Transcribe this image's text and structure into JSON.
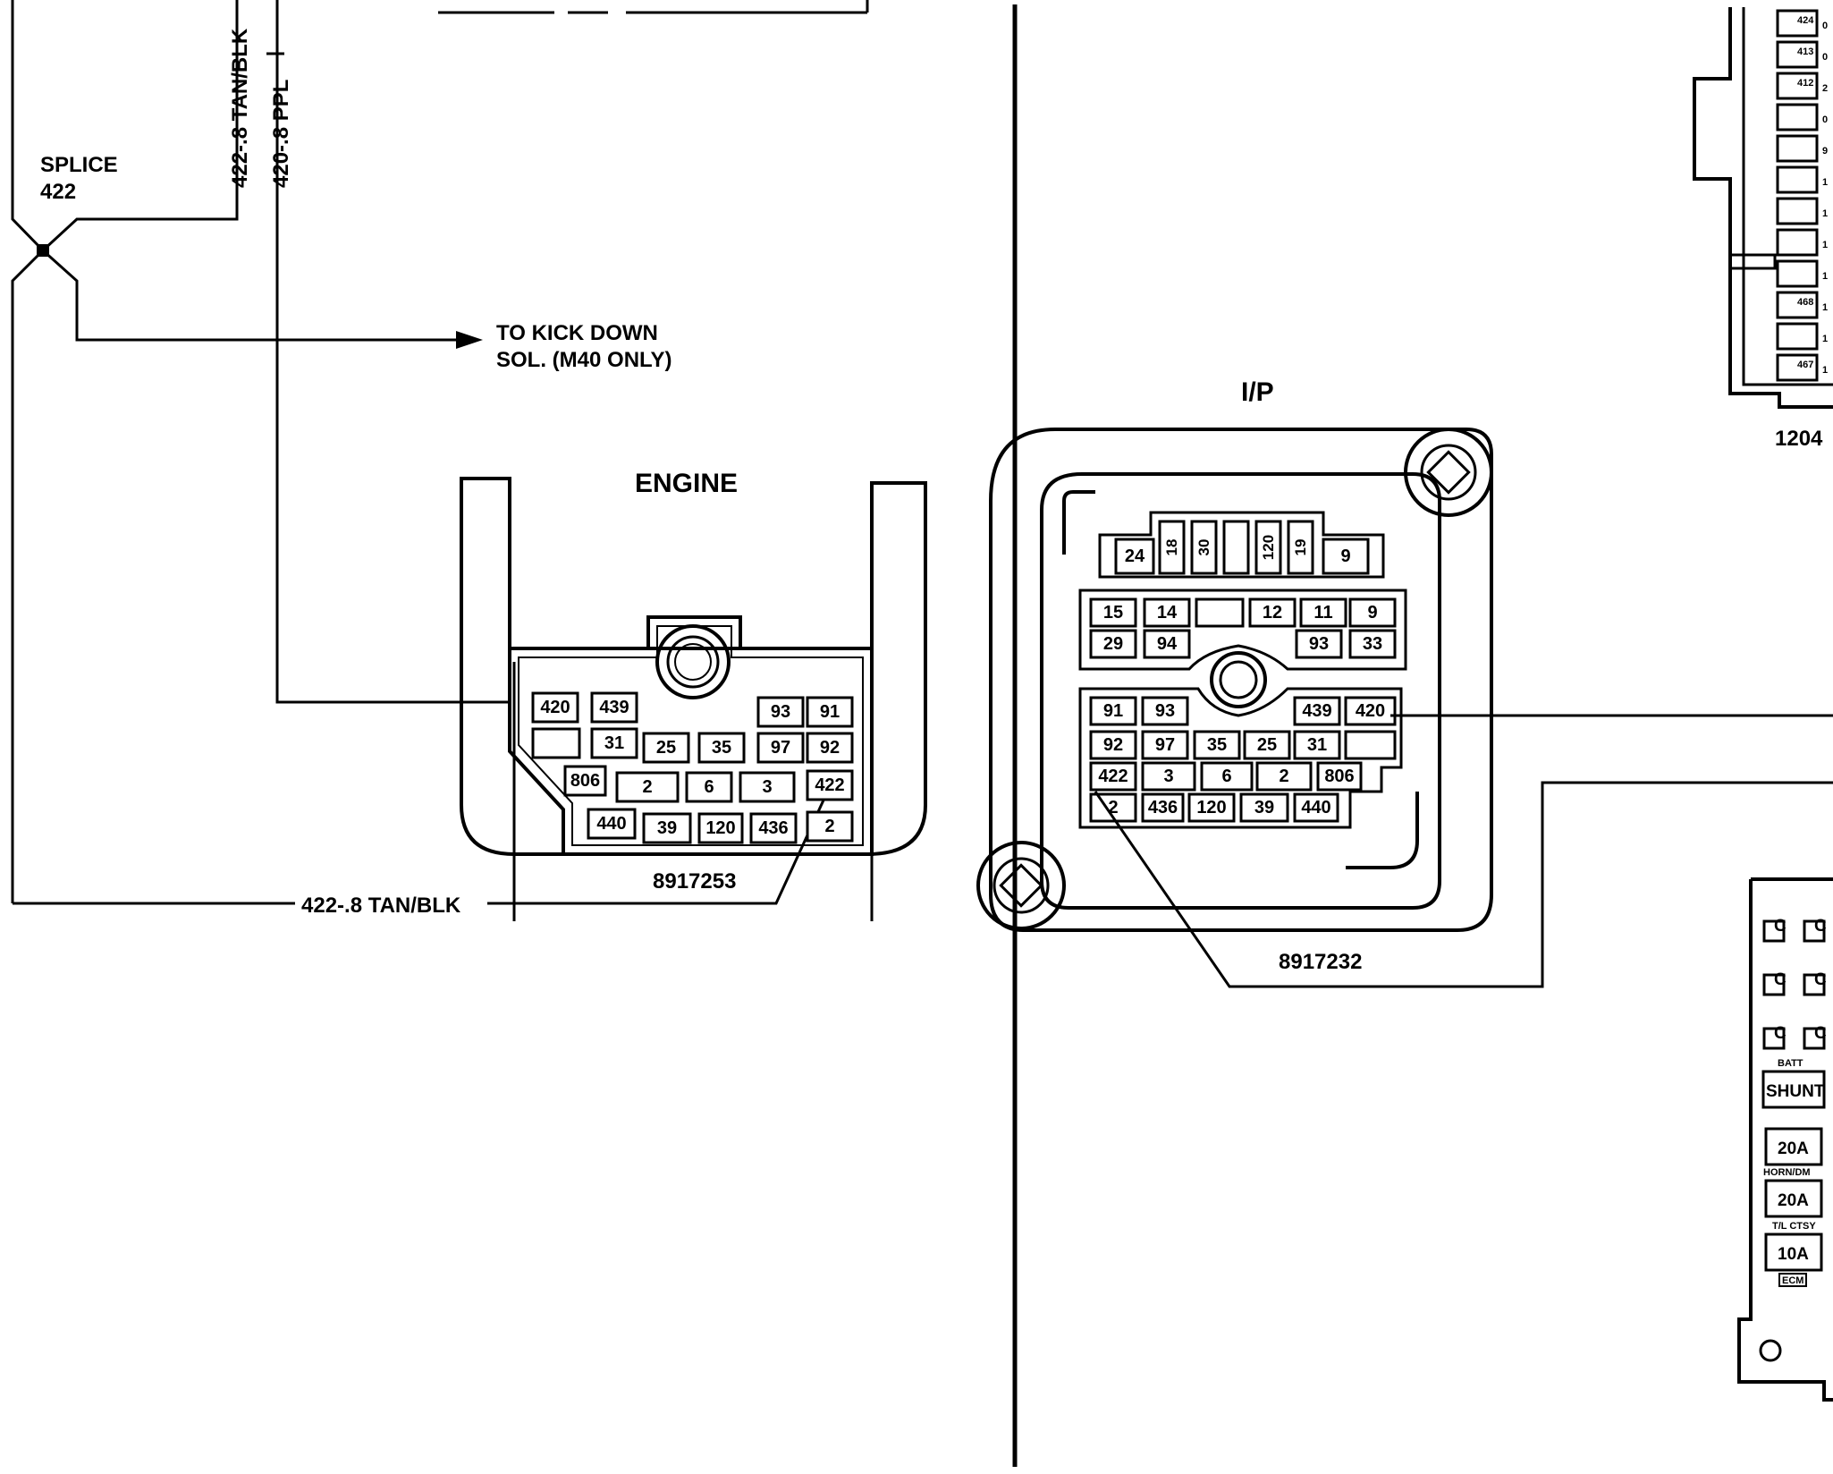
{
  "labels": {
    "splice_title": "SPLICE",
    "splice_num": "422",
    "wire_422_top": "422-.8 TAN/BLK",
    "wire_420_top": "420-.8 PPL",
    "kick_down_1": "TO KICK DOWN",
    "kick_down_2": "SOL. (M40 ONLY)",
    "engine_title": "ENGINE",
    "engine_part": "8917253",
    "ip_title": "I/P",
    "ip_part": "8917232",
    "wire_422_bottom": "422-.8 TAN/BLK",
    "fuse_block_part": "1204"
  },
  "engine_pins": [
    "420",
    "439",
    "93",
    "91",
    "",
    "31",
    "25",
    "35",
    "97",
    "92",
    "806",
    "2",
    "6",
    "3",
    "422",
    "440",
    "39",
    "120",
    "436",
    "2"
  ],
  "ip_pins": {
    "top": [
      "24",
      "18",
      "30",
      "",
      "120",
      "19",
      "9"
    ],
    "middle": [
      "15",
      "14",
      "",
      "12",
      "11",
      "9",
      "29",
      "94",
      "93",
      "33"
    ],
    "bottom": [
      "91",
      "93",
      "439",
      "420",
      "92",
      "97",
      "35",
      "25",
      "31",
      "",
      "422",
      "3",
      "6",
      "2",
      "806",
      "2",
      "436",
      "120",
      "39",
      "440"
    ]
  },
  "fuse_block": {
    "cavities": [
      "424",
      "413",
      "412",
      "",
      "",
      "",
      "",
      "",
      "",
      "468",
      "",
      "467"
    ],
    "edge_marks": [
      "0",
      "0",
      "2",
      "0",
      "9",
      "1",
      "1",
      "1",
      "1",
      "1",
      "1",
      "1"
    ],
    "relay_marks": [
      "C",
      "C",
      "C",
      "C",
      "C",
      "C"
    ],
    "batt_label": "BATT",
    "shunt_label": "SHUNT",
    "fuse_1": "20A",
    "fuse_1_label": "HORN/DM",
    "fuse_2": "20A",
    "fuse_2_label": "T/L CTSY",
    "fuse_3": "10A",
    "fuse_3_label": "ECM"
  }
}
